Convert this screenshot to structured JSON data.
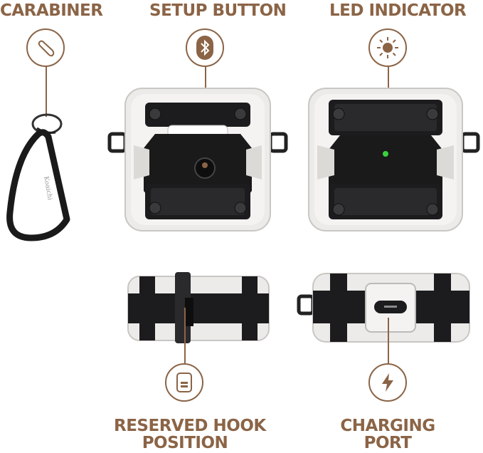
{
  "labels": {
    "carabiner": "CARABINER",
    "setup_button": "SETUP BUTTON",
    "led_indicator": "LED INDICATOR",
    "reserved_hook_line1": "RESERVED HOOK",
    "reserved_hook_line2": "POSITION",
    "charging_line1": "CHARGING",
    "charging_line2": "PORT"
  },
  "brand_text": "Koaichi",
  "colors": {
    "accent": "#8b6446",
    "case_white": "#ecebe9",
    "case_black": "#1c1c1e",
    "led_green": "#3bd23b"
  },
  "icons": [
    "carabiner-clip-icon",
    "bluetooth-icon",
    "sun-led-icon",
    "battery-case-icon",
    "lightning-bolt-icon"
  ]
}
